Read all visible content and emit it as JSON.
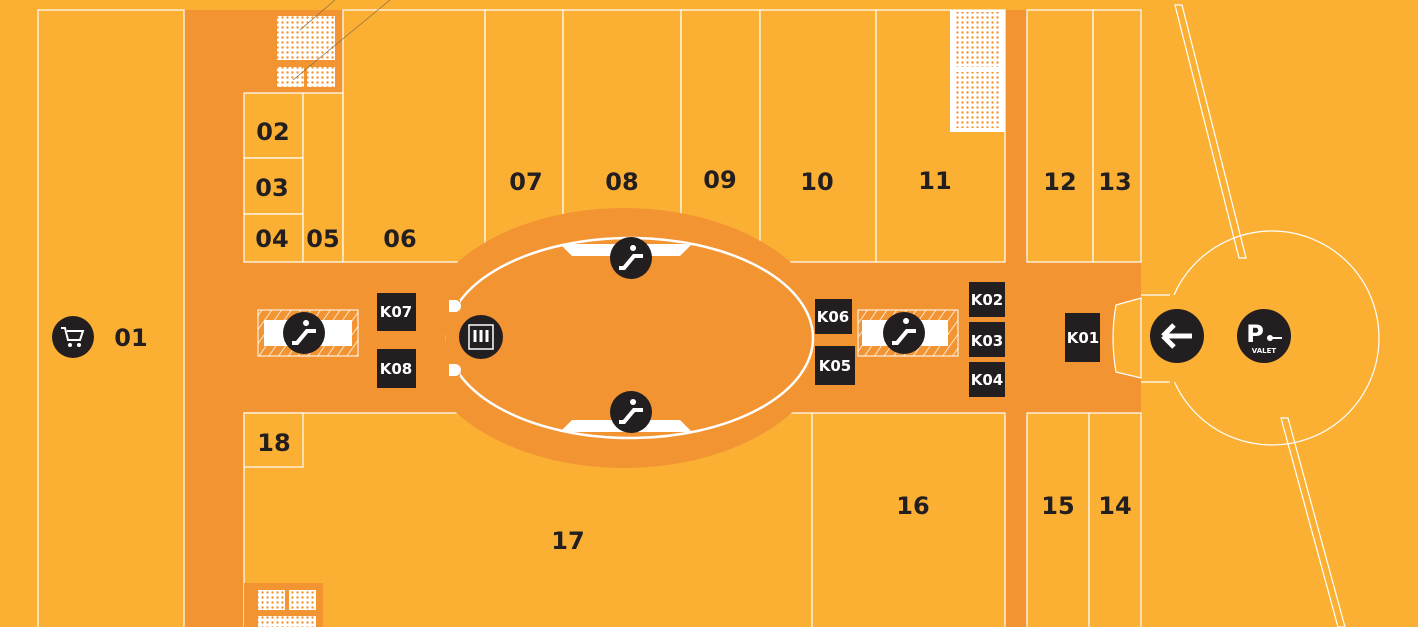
{
  "map": {
    "colors": {
      "store": "#FBB034",
      "corridor": "#F39433",
      "marker": "#231F20",
      "line": "#FFFFFF"
    },
    "stores": [
      "01",
      "02",
      "03",
      "04",
      "05",
      "06",
      "07",
      "08",
      "09",
      "10",
      "11",
      "12",
      "13",
      "14",
      "15",
      "16",
      "17",
      "18"
    ],
    "kiosks": [
      "K01",
      "K02",
      "K03",
      "K04",
      "K05",
      "K06",
      "K07",
      "K08"
    ],
    "icons": {
      "supermarket": "cart-icon",
      "escalator": "escalator-icon",
      "elevator": "elevator-icon",
      "entrance": "arrow-left-icon",
      "valet": "valet-parking-icon"
    },
    "valet_label": "VALET"
  }
}
